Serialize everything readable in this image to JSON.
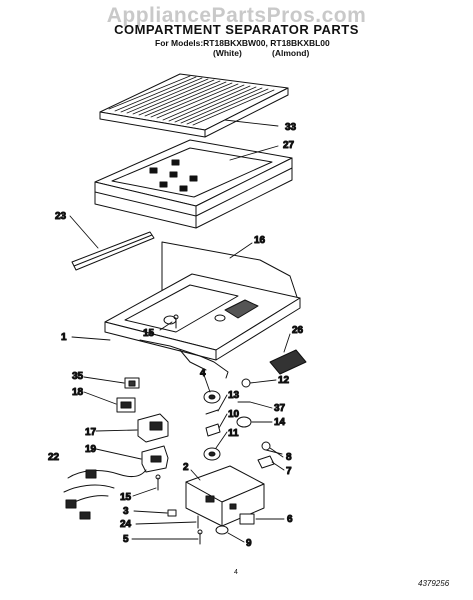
{
  "watermark": "AppliancePartsPros.com",
  "header": {
    "title": "COMPARTMENT SEPARATOR PARTS",
    "models_line": "For Models:RT18BKXBW00, RT18BKXBL00",
    "white_label": "(White)",
    "almond_label": "(Almond)"
  },
  "callouts": {
    "c1": "1",
    "c2": "2",
    "c3": "3",
    "c4": "4",
    "c5": "5",
    "c6": "6",
    "c7": "7",
    "c8": "8",
    "c9": "9",
    "c10": "10",
    "c11": "11",
    "c12": "12",
    "c13": "13",
    "c14": "14",
    "c15a": "15",
    "c15b": "15",
    "c16": "16",
    "c17": "17",
    "c18": "18",
    "c19": "19",
    "c22": "22",
    "c23": "23",
    "c24": "24",
    "c26": "26",
    "c27": "27",
    "c33": "33",
    "c35": "35",
    "c37": "37"
  },
  "footer": {
    "page_number": "4",
    "document_number": "4379256"
  }
}
